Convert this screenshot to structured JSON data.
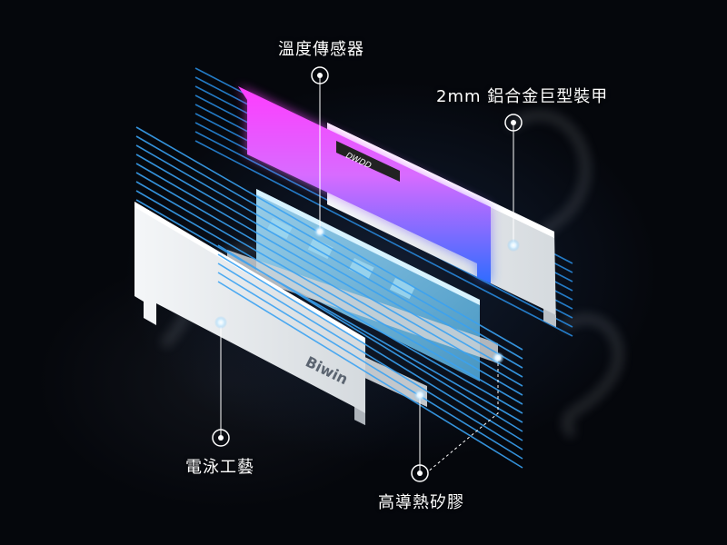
{
  "labels": {
    "temp_sensor": "溫度傳感器",
    "armor": "2mm 鋁合金巨型裝甲",
    "electrophoresis": "電泳工藝",
    "thermal_silicone": "高導熱矽膠"
  },
  "brand": {
    "front_logo": "Biwin",
    "pcb_logo": "DWDD"
  },
  "colors": {
    "background": "#05070c",
    "airflow": "#2a8fe6",
    "heatsink": "#e9ecef",
    "lightbar_top": "#ff3cff",
    "lightbar_bottom": "#2f6cff",
    "pcb": "#7fc6e8"
  },
  "icons": [
    "target-marker-icon"
  ]
}
